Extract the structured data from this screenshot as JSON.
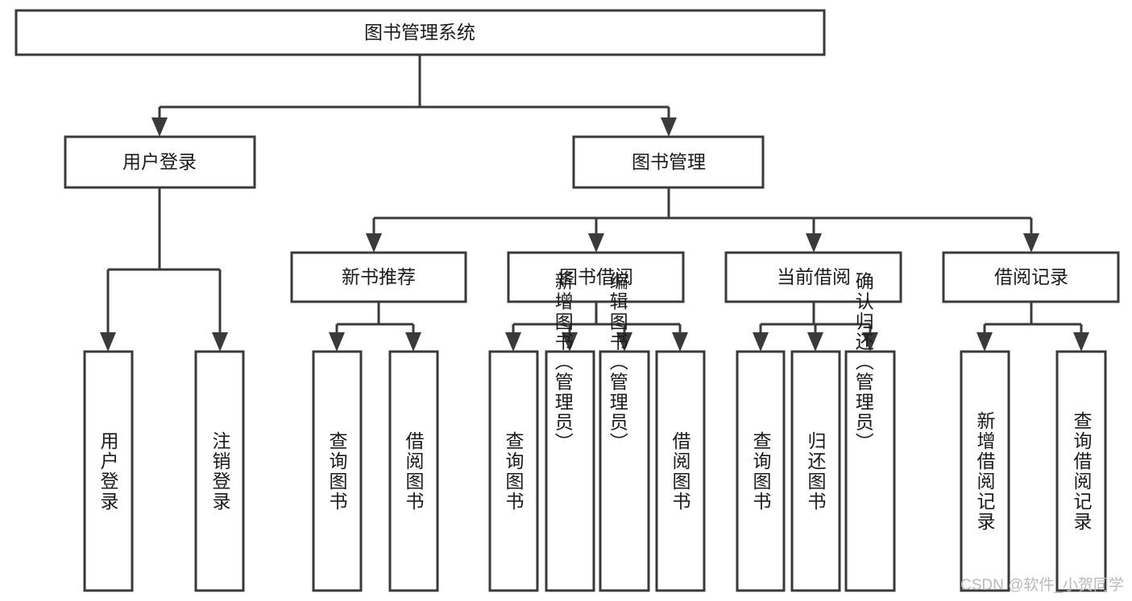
{
  "diagram": {
    "title": "图书管理系统",
    "type": "hierarchy-tree",
    "orientation": "top-down",
    "levels": 4,
    "root": {
      "id": "root",
      "label": "图书管理系统",
      "text_orientation": "horizontal"
    },
    "level2": [
      {
        "id": "user-login",
        "label": "用户登录",
        "text_orientation": "horizontal"
      },
      {
        "id": "book-management",
        "label": "图书管理",
        "text_orientation": "horizontal"
      }
    ],
    "level3": [
      {
        "id": "new-book-recommend",
        "label": "新书推荐",
        "parent": "book-management",
        "text_orientation": "horizontal"
      },
      {
        "id": "book-borrow",
        "label": "图书借阅",
        "parent": "book-management",
        "text_orientation": "horizontal"
      },
      {
        "id": "current-borrow",
        "label": "当前借阅",
        "parent": "book-management",
        "text_orientation": "horizontal"
      },
      {
        "id": "borrow-record",
        "label": "借阅记录",
        "parent": "book-management",
        "text_orientation": "horizontal"
      }
    ],
    "leaves": [
      {
        "id": "leaf-user-login",
        "label": "用户登录",
        "parent": "user-login",
        "text_orientation": "vertical"
      },
      {
        "id": "leaf-logout-login",
        "label": "注销登录",
        "parent": "user-login",
        "text_orientation": "vertical"
      },
      {
        "id": "leaf-query-book-1",
        "label": "查询图书",
        "parent": "new-book-recommend",
        "text_orientation": "vertical"
      },
      {
        "id": "leaf-borrow-book-1",
        "label": "借阅图书",
        "parent": "new-book-recommend",
        "text_orientation": "vertical"
      },
      {
        "id": "leaf-query-book-2",
        "label": "查询图书",
        "parent": "book-borrow",
        "text_orientation": "vertical"
      },
      {
        "id": "leaf-add-book",
        "label": "新增图书（管理员）",
        "parent": "book-borrow",
        "text_orientation": "vertical"
      },
      {
        "id": "leaf-edit-book",
        "label": "编辑图书（管理员）",
        "parent": "book-borrow",
        "text_orientation": "vertical"
      },
      {
        "id": "leaf-borrow-book-2",
        "label": "借阅图书",
        "parent": "book-borrow",
        "text_orientation": "vertical"
      },
      {
        "id": "leaf-query-book-3",
        "label": "查询图书",
        "parent": "current-borrow",
        "text_orientation": "vertical"
      },
      {
        "id": "leaf-return-book",
        "label": "归还图书",
        "parent": "current-borrow",
        "text_orientation": "vertical"
      },
      {
        "id": "leaf-confirm-return",
        "label": "确认归还（管理员）",
        "parent": "current-borrow",
        "text_orientation": "vertical"
      },
      {
        "id": "leaf-add-record",
        "label": "新增借阅记录",
        "parent": "borrow-record",
        "text_orientation": "vertical"
      },
      {
        "id": "leaf-query-record",
        "label": "查询借阅记录",
        "parent": "borrow-record",
        "text_orientation": "vertical"
      }
    ]
  },
  "watermark": {
    "text": "CSDN @软件_小贺同学"
  },
  "colors": {
    "box_stroke": "#3a3a3a",
    "box_fill": "#ffffff",
    "connector": "#3a3a3a",
    "text": "#1a1a1a",
    "watermark": "#b9b9b9",
    "background": "#ffffff"
  }
}
